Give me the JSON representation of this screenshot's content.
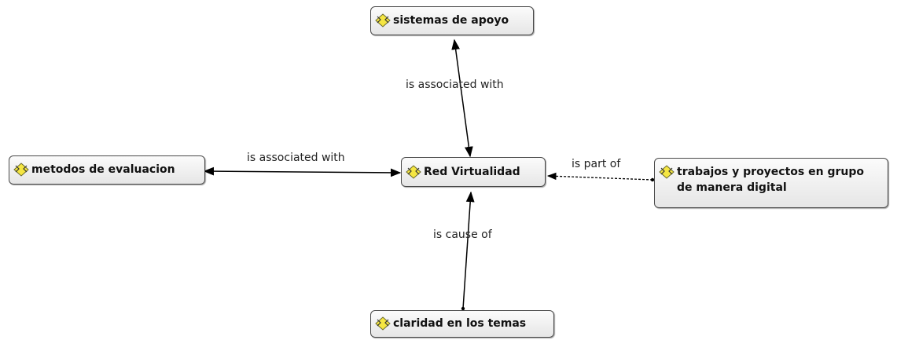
{
  "nodes": {
    "sistemas": "sistemas de apoyo",
    "metodos": "metodos de evaluacion",
    "red": "Red Virtualidad",
    "trabajos_line1": "trabajos y proyectos en grupo",
    "trabajos_line2": "de manera digital",
    "claridad": "claridad en los temas"
  },
  "relations": {
    "sistemas_red": "is associated with",
    "metodos_red": "is associated with",
    "trabajos_red": "is part of",
    "claridad_red": "is cause of"
  },
  "icon": "code-node-icon",
  "colors": {
    "icon_yellow": "#f5e642",
    "node_border": "#4a4a4a",
    "edge": "#000000"
  }
}
